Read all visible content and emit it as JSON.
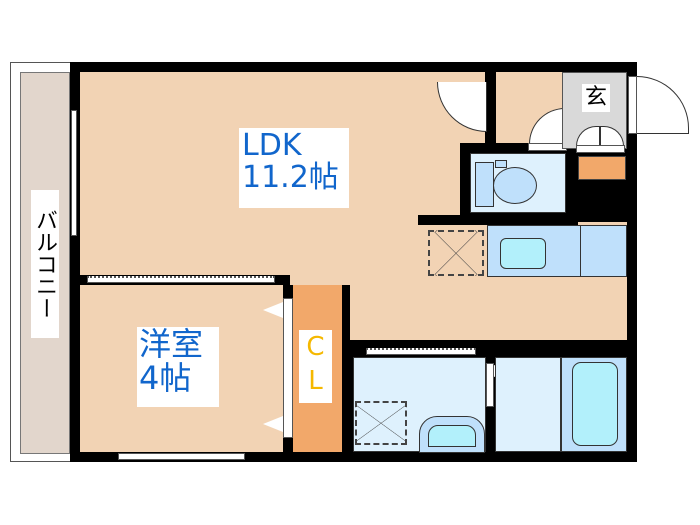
{
  "floorplan": {
    "rooms": {
      "ldk": {
        "name": "LDK",
        "size": "11.2帖"
      },
      "western_room": {
        "name": "洋室",
        "size": "4帖"
      },
      "closet": {
        "letter1": "C",
        "letter2": "L"
      },
      "entrance": {
        "name": "玄"
      },
      "balcony": {
        "name": "バルコニー"
      }
    },
    "colors": {
      "floor": "#f2d3b4",
      "wet_area": "#def1fd",
      "fixture": "#bfe0fb",
      "tub": "#b2f0fb",
      "closet": "#f2a86a",
      "entrance": "#d9d9d9",
      "balcony": "#e2d6cc",
      "room_label": "#1166cc",
      "closet_label": "#f5b800"
    }
  }
}
